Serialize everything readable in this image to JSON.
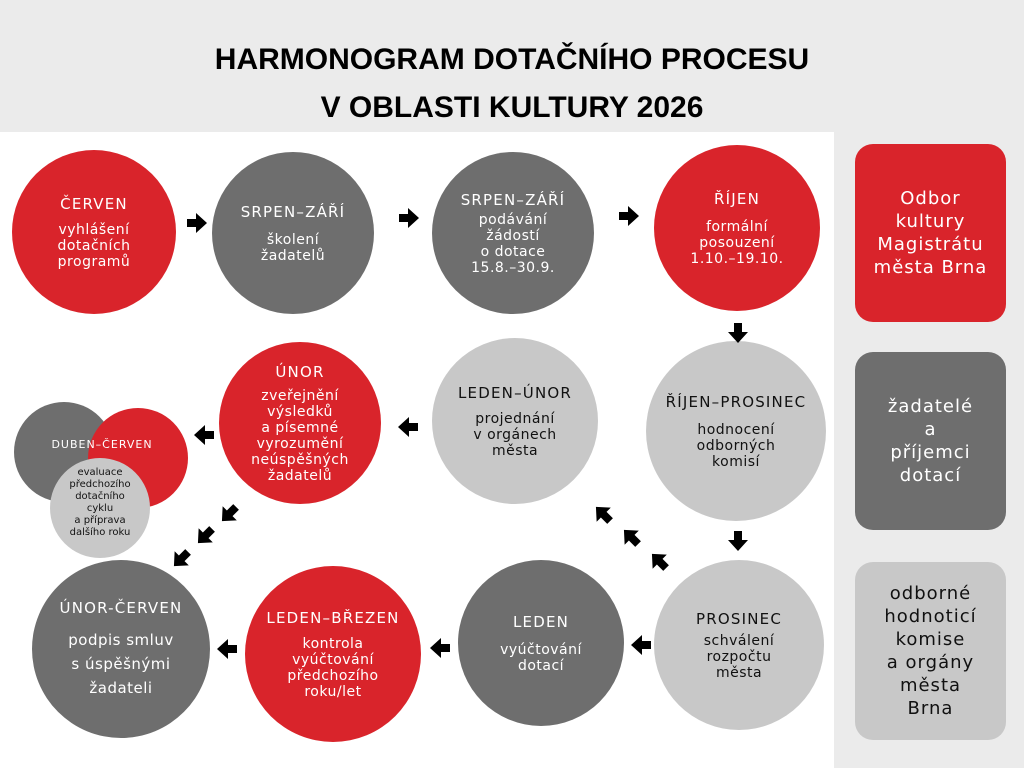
{
  "title": {
    "line1": "HARMONOGRAM DOTAČNÍHO PROCESU",
    "line2": "V OBLASTI KULTURY 2026"
  },
  "legend": [
    {
      "text": "Odbor\nkultury\nMagistrátu\nměsta Brna",
      "color": "#d9242b"
    },
    {
      "text": "žadatelé\na\npříjemci\ndotací",
      "color": "#6e6e6e"
    },
    {
      "text": "odborné\nhodnoticí\nkomise\na orgány\nměsta\nBrna",
      "color": "#c8c8c8"
    }
  ],
  "steps": {
    "cerven": {
      "title": "ČERVEN",
      "desc": "vyhlášení\ndotačních\nprogramů"
    },
    "srpen_zari_1": {
      "title": "SRPEN–ZÁŘÍ",
      "desc": "školení\nžadatelů"
    },
    "srpen_zari_2": {
      "title": "SRPEN–ZÁŘÍ",
      "desc": "podávání\nžádostí\no dotace\n15.8.–30.9."
    },
    "rijen": {
      "title": "ŘÍJEN",
      "desc": "formální\nposouzení\n1.10.–19.10."
    },
    "rijen_prosinec": {
      "title": "ŘÍJEN–PROSINEC",
      "desc": "hodnocení\nodborných\nkomisí"
    },
    "leden_unor": {
      "title": "LEDEN–ÚNOR",
      "desc": "projednání\nv orgánech\nměsta"
    },
    "unor": {
      "title": "ÚNOR",
      "desc": "zveřejnění\nvýsledků\na písemné\nvyrozumění\nneúspěšných\nžadatelů"
    },
    "duben_cerven": {
      "title": "DUBEN–ČERVEN",
      "desc": "evaluace\npředchozího\ndotačního\ncyklu\na příprava\ndalšího roku"
    },
    "prosinec": {
      "title": "PROSINEC",
      "desc": "schválení\nrozpočtu\nměsta"
    },
    "leden": {
      "title": "LEDEN",
      "desc": "vyúčtování\ndotací"
    },
    "leden_brezen": {
      "title": "LEDEN–BŘEZEN",
      "desc": "kontrola\nvyúčtování\npředchozího\nroku/let"
    },
    "unor_cerven": {
      "title": "ÚNOR-ČERVEN",
      "desc": "podpis smluv\ns úspěšnými\nžadateli"
    }
  },
  "arrow_icon": "black-arrow-icon",
  "colors": {
    "red": "#d9242b",
    "dark_gray": "#6e6e6e",
    "light_gray": "#c8c8c8",
    "header_bg": "#ebebeb"
  }
}
